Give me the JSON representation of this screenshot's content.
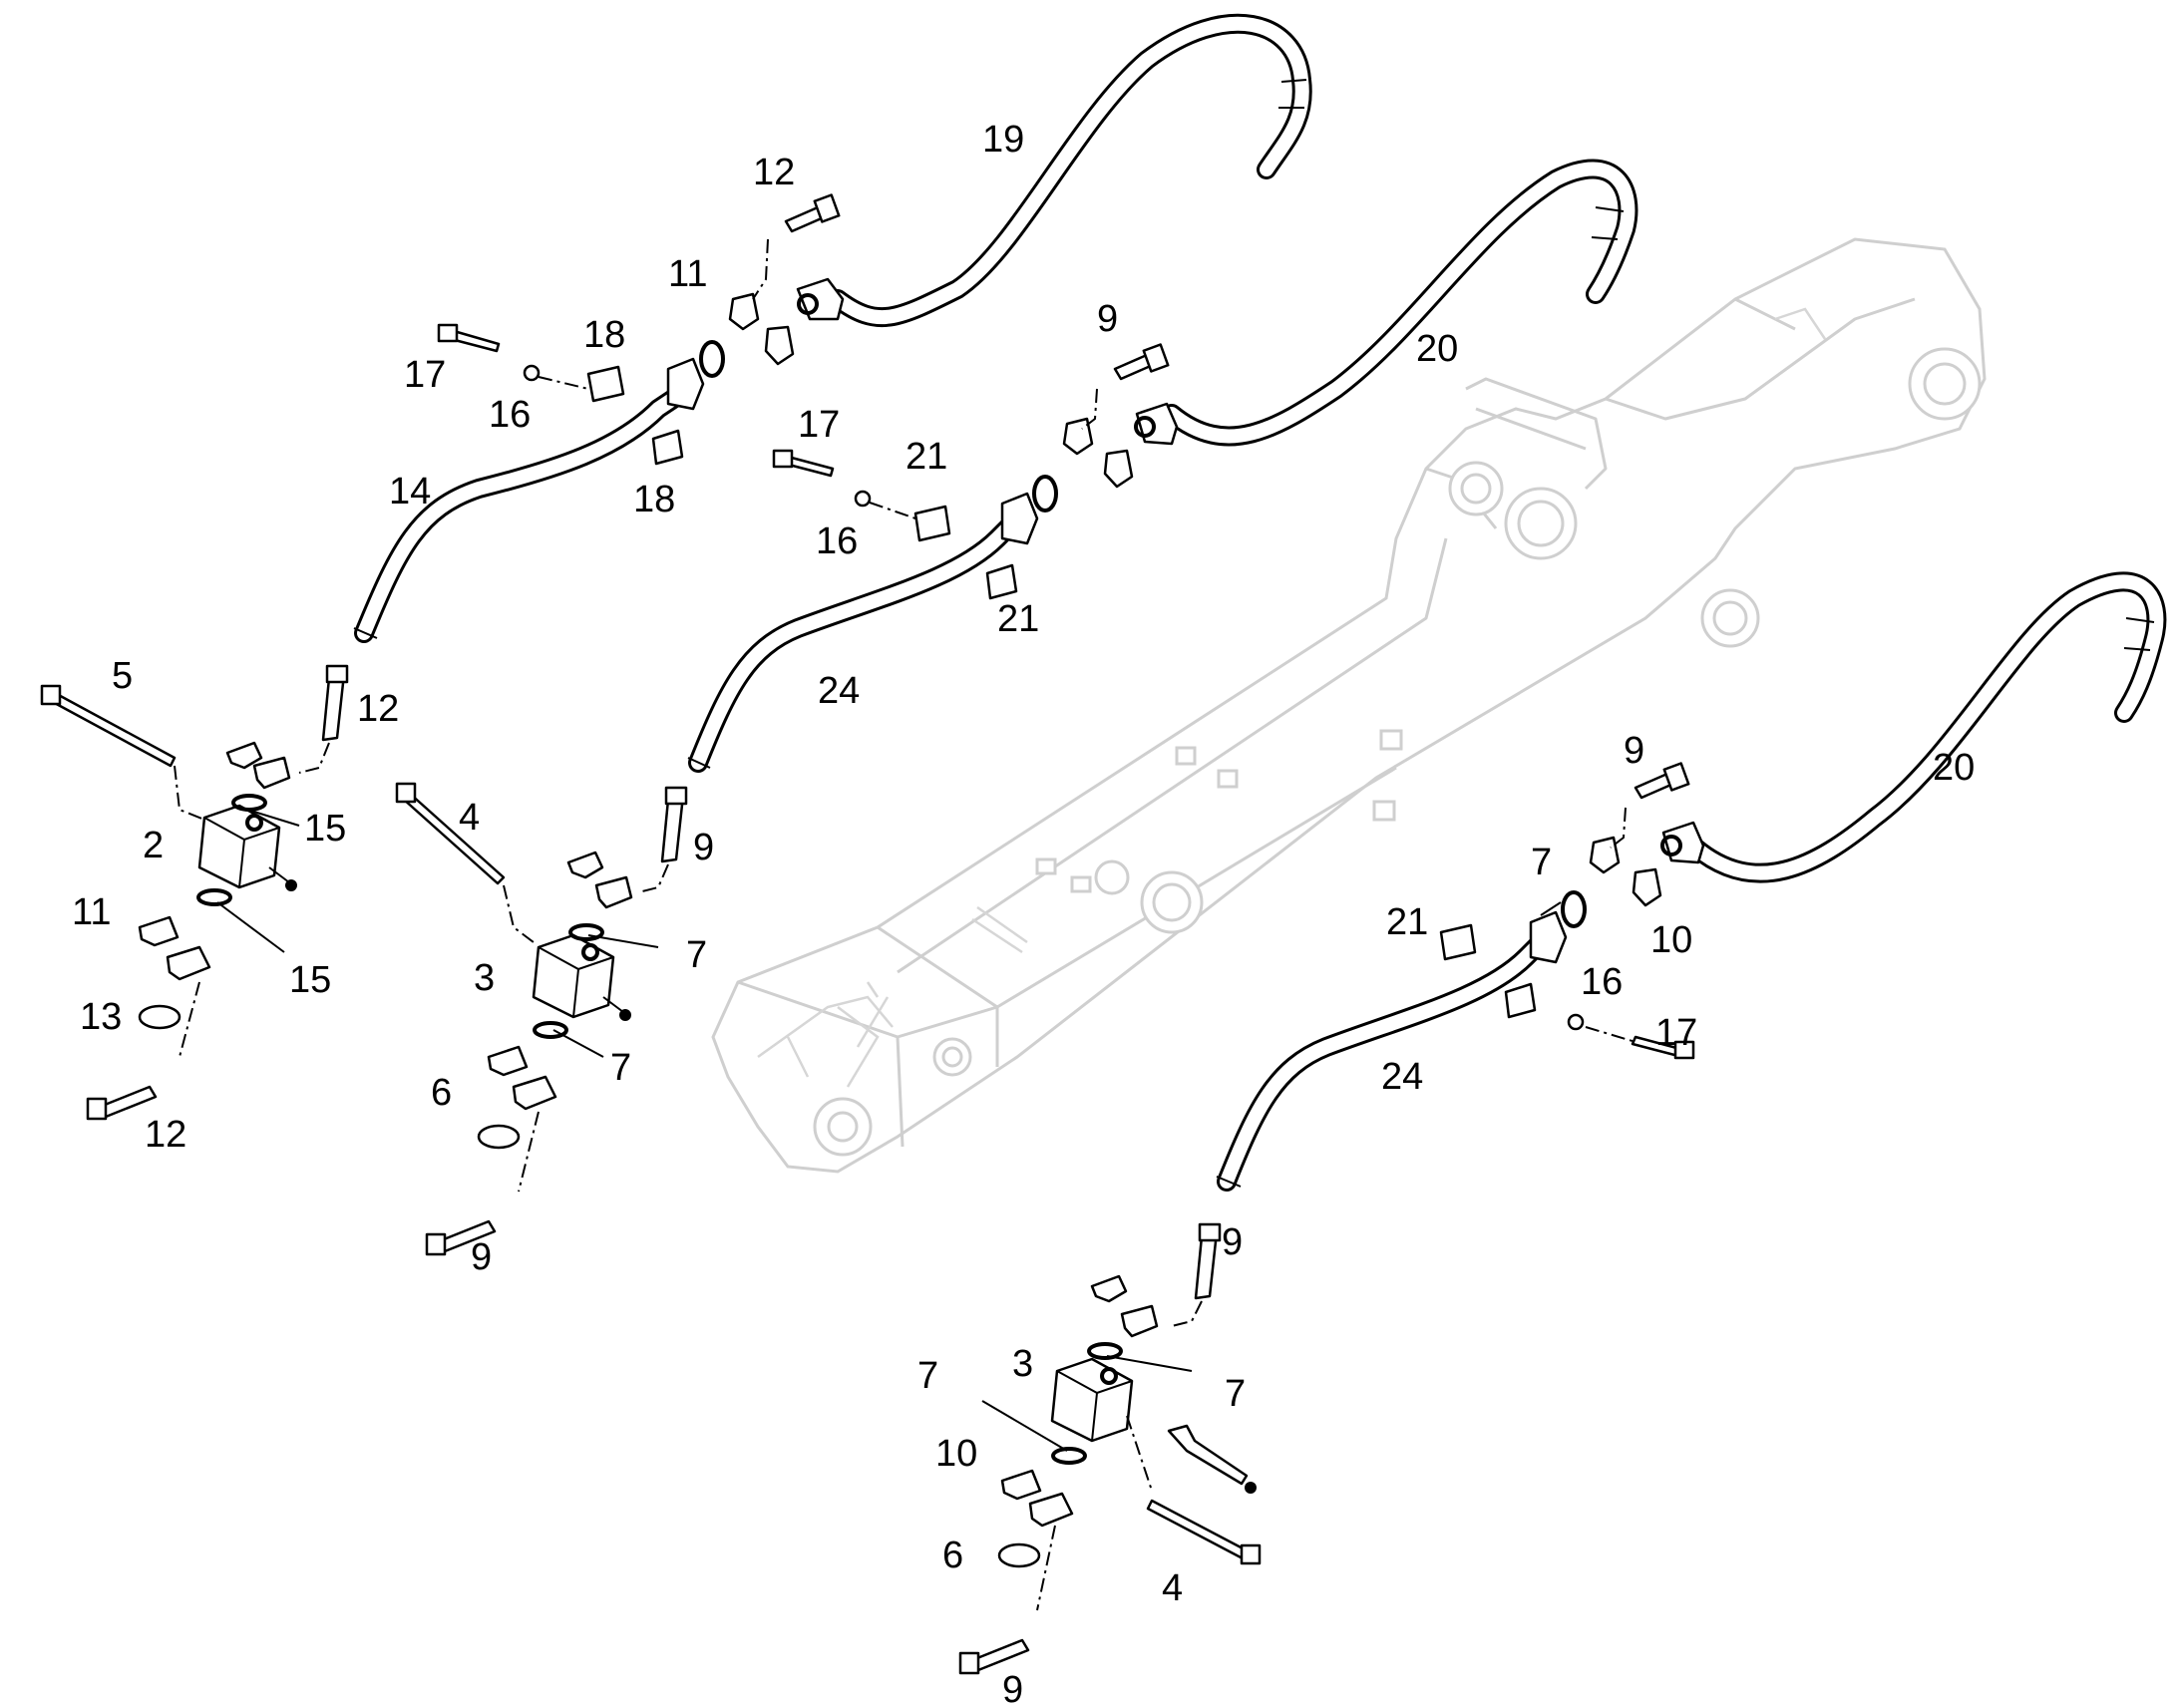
{
  "callouts": {
    "c19": "19",
    "c12a": "12",
    "c11a": "11",
    "c18a": "18",
    "c17a": "17",
    "c16a": "16",
    "c18b": "18",
    "c14": "14",
    "c9a": "9",
    "c20a": "20",
    "c17b": "17",
    "c21a": "21",
    "c16b": "16",
    "c21b": "21",
    "c24a": "24",
    "c5": "5",
    "c12b": "12",
    "c2": "2",
    "c15a": "15",
    "c11b": "11",
    "c15b": "15",
    "c13": "13",
    "c12c": "12",
    "c4a": "4",
    "c9b": "9",
    "c7a": "7",
    "c3a": "3",
    "c7b": "7",
    "c6a": "6",
    "c9c": "9",
    "c9d": "9",
    "c20b": "20",
    "c7c": "7",
    "c10a": "10",
    "c21c": "21",
    "c16c": "16",
    "c17c": "17",
    "c24b": "24",
    "c9e": "9",
    "c7d": "7",
    "c3b": "3",
    "c7e": "7",
    "c10b": "10",
    "c6b": "6",
    "c4b": "4",
    "c9f": "9"
  },
  "colors": {
    "linework": "#000000",
    "boom": "#cfcfcf",
    "background": "#ffffff"
  }
}
